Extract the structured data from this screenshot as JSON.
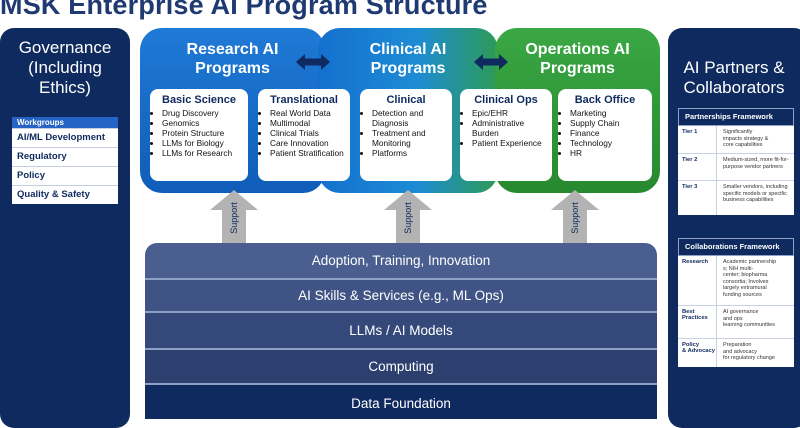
{
  "title": "MSK Enterprise AI Program Structure",
  "governance": {
    "heading_lines": [
      "Governance",
      "(Including",
      "Ethics)"
    ],
    "workgroups_label": "Workgroups",
    "workgroups": [
      "AI/ML Development",
      "Regulatory",
      "Policy",
      "Quality & Safety"
    ]
  },
  "partners": {
    "heading_lines": [
      "AI Partners &",
      "Collaborators"
    ],
    "partnerships": {
      "title": "Partnerships Framework",
      "rows": [
        {
          "key": "Tier 1",
          "lines": [
            "Significantly",
            "impacts strategy &",
            "core capabilities"
          ]
        },
        {
          "key": "Tier 2",
          "lines": [
            "Medium-sized, more fit-for-",
            "purpose vendor partners"
          ]
        },
        {
          "key": "Tier 3",
          "lines": [
            "Smaller vendors, including",
            "specific models or specific",
            "business capabilities"
          ]
        }
      ]
    },
    "collaborations": {
      "title": "Collaborations Framework",
      "rows": [
        {
          "key_lines": [
            "Research"
          ],
          "lines": [
            "Academic partnership",
            "s; NIH multi-",
            "center; biopharma",
            "consortia; Involves",
            "largely extramural",
            "funding sources"
          ]
        },
        {
          "key_lines": [
            "Best",
            "Practices"
          ],
          "lines": [
            "AI governance",
            "and ops",
            "learning communities"
          ]
        },
        {
          "key_lines": [
            "Policy",
            "& Advocacy"
          ],
          "lines": [
            "Preparation",
            "and advocacy",
            "for regulatory change"
          ]
        }
      ]
    }
  },
  "programs": [
    {
      "title_lines": [
        "Research AI",
        "Programs"
      ],
      "cards": [
        {
          "heading": "Basic Science",
          "items": [
            "Drug Discovery",
            "Genomics",
            "Protein Structure",
            "LLMs for Biology",
            "LLMs for Research"
          ]
        },
        {
          "heading": "Translational",
          "items": [
            "Real World Data",
            "Multimodal",
            "Clinical Trials",
            "Care Innovation",
            "Patient Stratification"
          ]
        }
      ]
    },
    {
      "title_lines": [
        "Clinical AI",
        "Programs"
      ],
      "cards": [
        {
          "heading": "Clinical",
          "items": [
            "Detection and Diagnosis",
            "Treatment and Monitoring",
            "Platforms"
          ]
        }
      ]
    },
    {
      "title_lines": [
        "Operations AI",
        "Programs"
      ],
      "cards": [
        {
          "heading": "Clinical Ops",
          "items": [
            "Epic/EHR",
            "Administrative Burden",
            "Patient Experience"
          ]
        },
        {
          "heading": "Back Office",
          "items": [
            "Marketing",
            "Supply Chain",
            "Finance",
            "Technology",
            "HR"
          ]
        }
      ]
    }
  ],
  "support_label": "Support",
  "layers": [
    "Adoption, Training, Innovation",
    "AI Skills & Services (e.g., ML Ops)",
    "LLMs / AI Models",
    "Computing",
    "Data Foundation"
  ],
  "colors": {
    "navy": "#0e2a5e",
    "research_blue": "#1565c0",
    "clinical_teal": "#1f8fd0",
    "operations_green": "#2f9a3c",
    "layer_slate": "#3b4f7d"
  }
}
